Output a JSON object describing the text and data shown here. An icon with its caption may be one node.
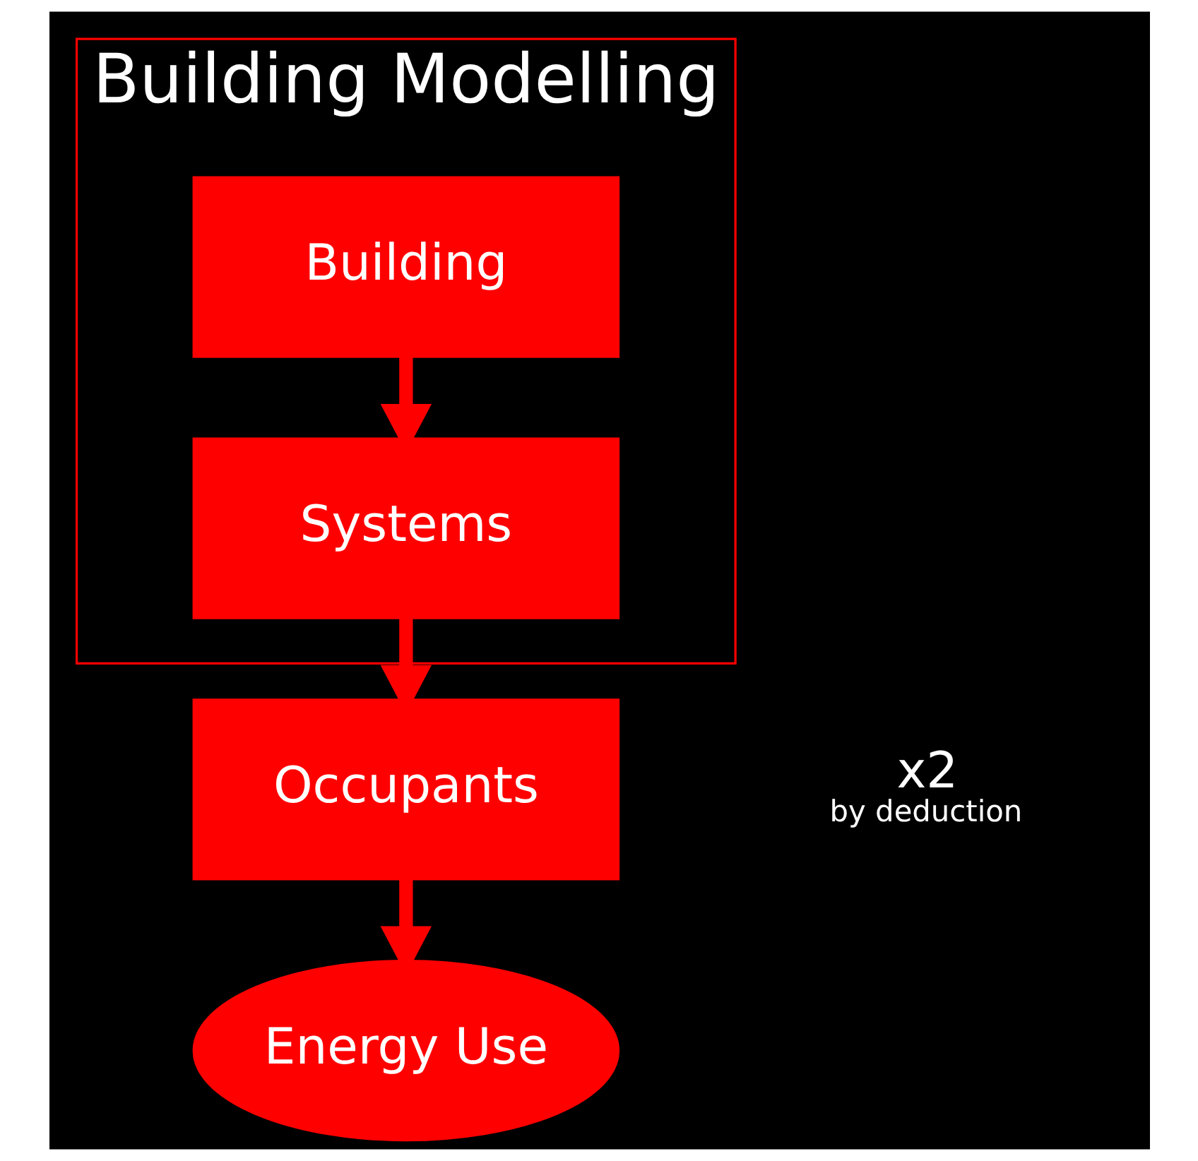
{
  "diagram": {
    "nodes": [
      {
        "text": [
          "Building Modelling"
        ]
      },
      {
        "text": [
          "Building"
        ],
        "in": 0
      },
      {
        "text": [
          "Systems"
        ],
        "in": 0
      },
      {
        "text": [
          "Occupants"
        ],
        "beside": [
          "x2",
          "by deduction"
        ]
      },
      {
        "text": [
          "Energy Use"
        ]
      }
    ],
    "edges": [
      {
        "from": 1,
        "to": 2,
        "arrow": "to"
      },
      {
        "from": 2,
        "to": 3,
        "arrow": "to"
      },
      {
        "from": 3,
        "to": 4,
        "arrow": "to"
      }
    ]
  }
}
